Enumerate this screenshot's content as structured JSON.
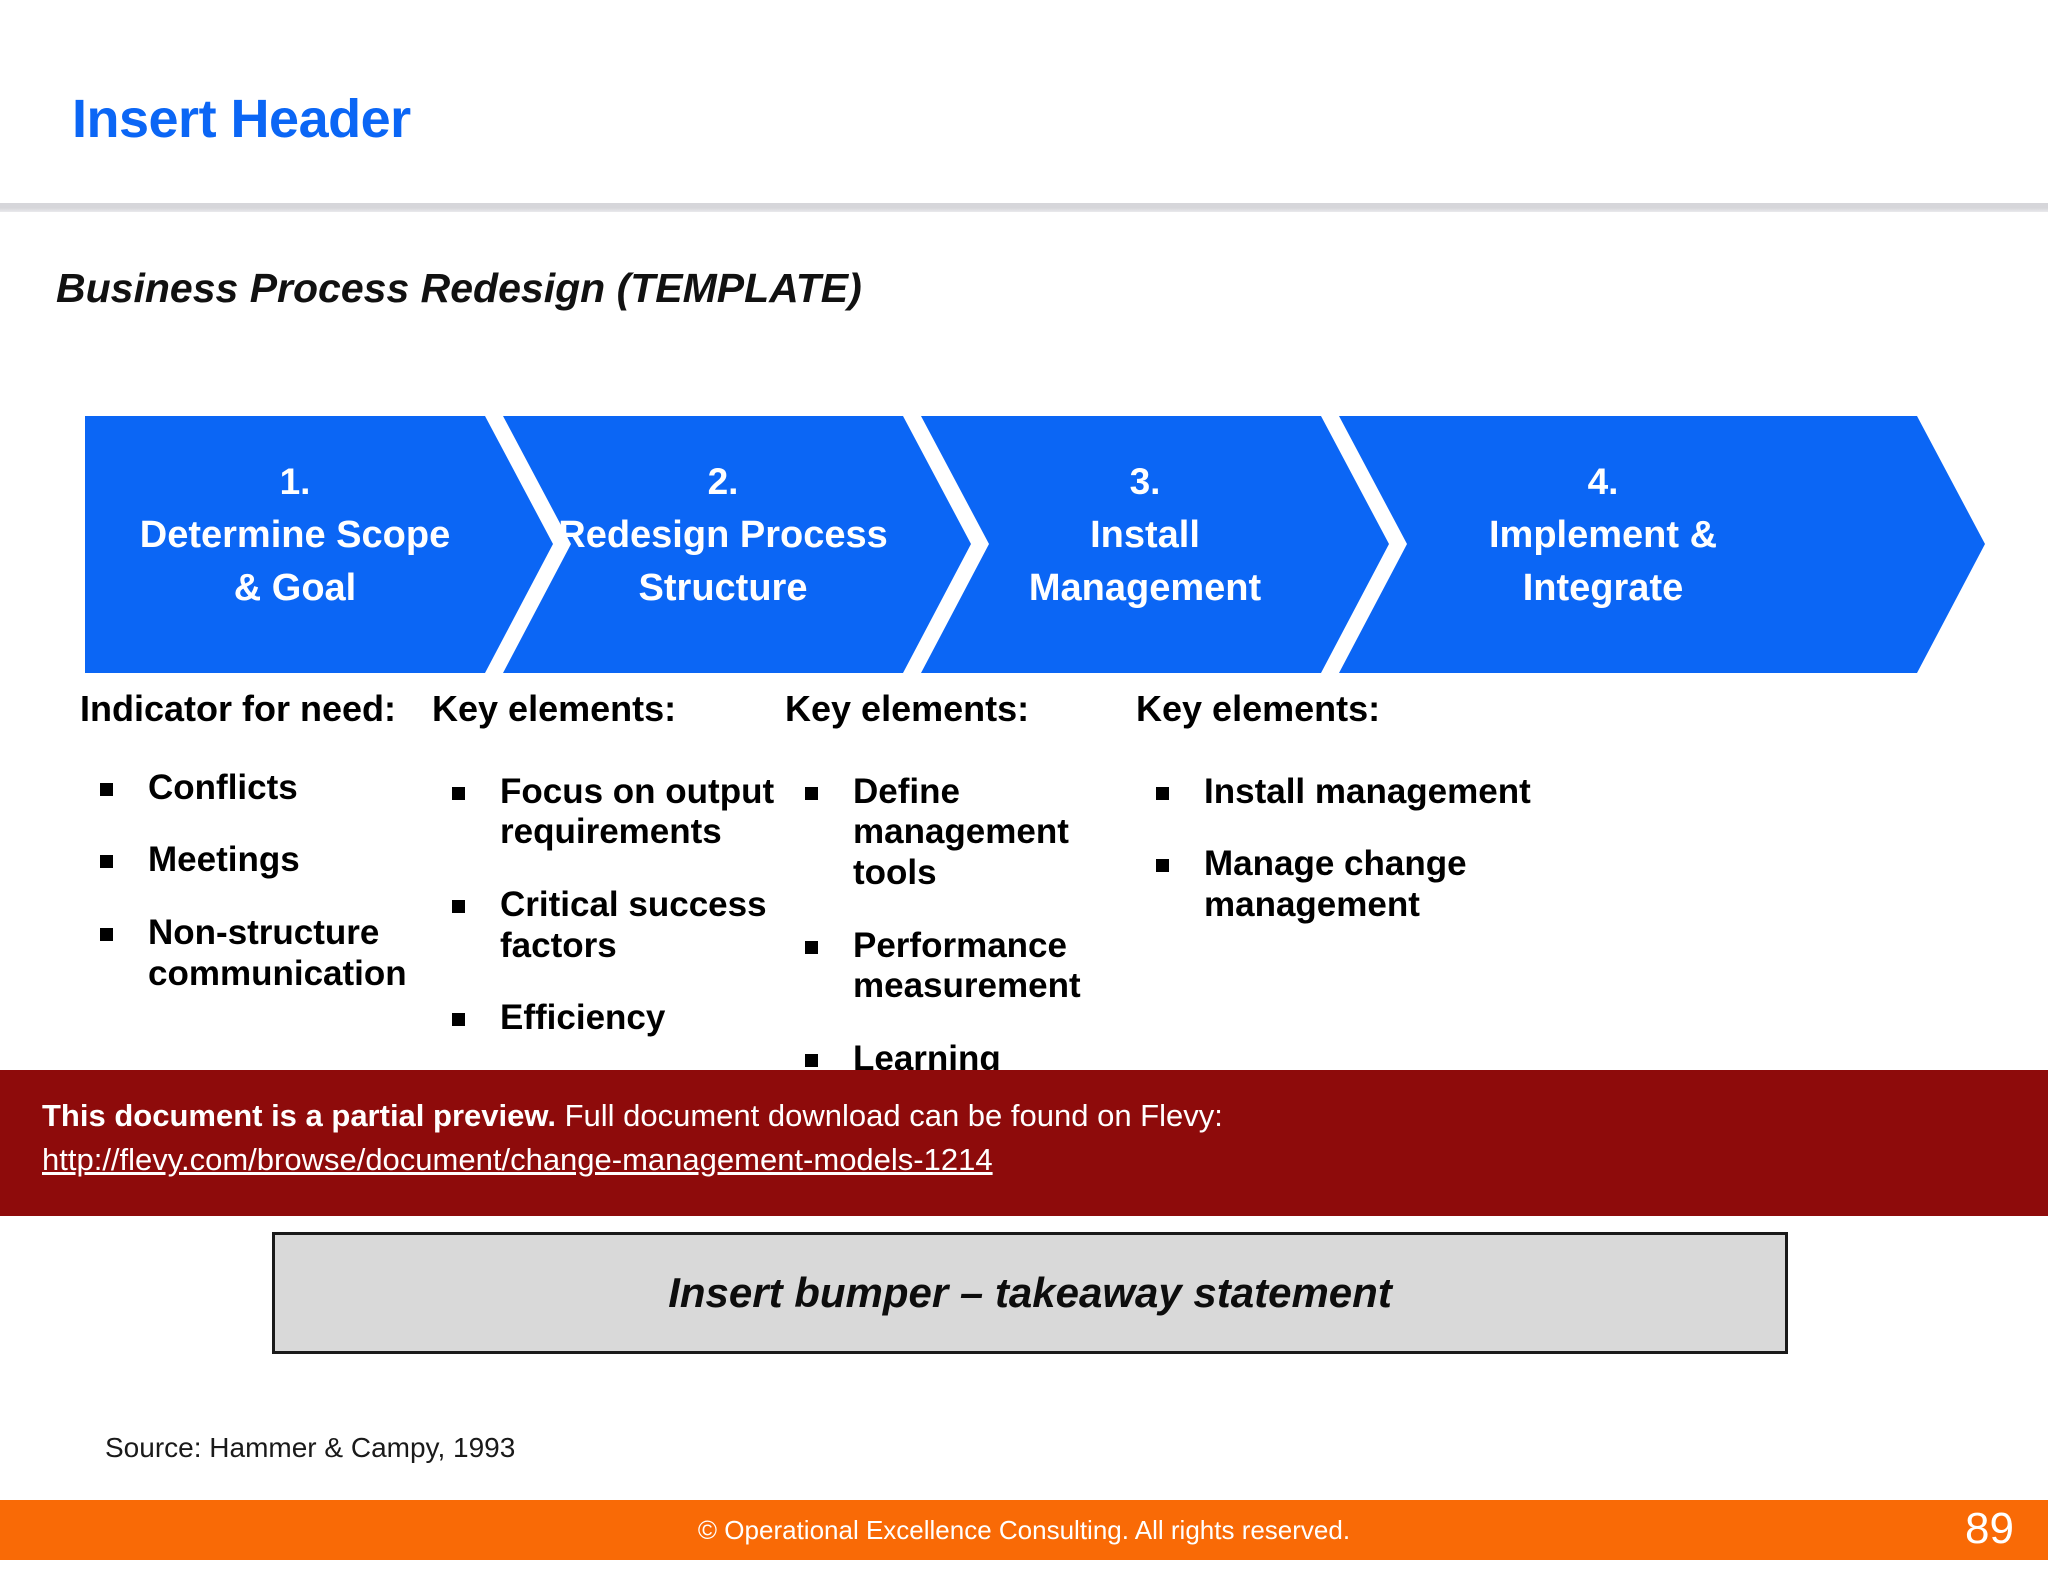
{
  "header": {
    "title": "Insert Header"
  },
  "subtitle": "Business Process Redesign (TEMPLATE)",
  "accent_colors": {
    "header_blue": "#0b66f5",
    "chevron_blue": "#0b66f5",
    "banner_red": "#8e0b0b",
    "footer_orange": "#f96a06",
    "bumper_gray": "#d9d9d9"
  },
  "process": {
    "steps": [
      {
        "number": "1.",
        "line1": "Determine Scope",
        "line2": "& Goal"
      },
      {
        "number": "2.",
        "line1": "Redesign Process",
        "line2": "Structure"
      },
      {
        "number": "3.",
        "line1": "Install",
        "line2": "Management"
      },
      {
        "number": "4.",
        "line1": "Implement &",
        "line2": "Integrate"
      }
    ]
  },
  "columns": [
    {
      "heading": "Indicator for need:",
      "bullets": [
        "Conflicts",
        "Meetings",
        "Non-structure communication"
      ]
    },
    {
      "heading": "Key elements:",
      "bullets": [
        "Focus on output requirements",
        "Critical success factors",
        "Efficiency"
      ]
    },
    {
      "heading": "Key elements:",
      "bullets": [
        "Define management tools",
        "Performance measurement",
        "Learning"
      ]
    },
    {
      "heading": "Key elements:",
      "bullets": [
        "Install management",
        "Manage change management"
      ]
    }
  ],
  "preview_banner": {
    "strong_text": "This document is a partial preview.",
    "rest_text": "Full document download can be found on Flevy:",
    "url": "http://flevy.com/browse/document/change-management-models-1214"
  },
  "bumper": {
    "text": "Insert bumper – takeaway statement"
  },
  "source": "Source: Hammer & Campy, 1993",
  "footer": {
    "copyright": "© Operational Excellence Consulting.  All rights reserved.",
    "page_number": "89"
  }
}
